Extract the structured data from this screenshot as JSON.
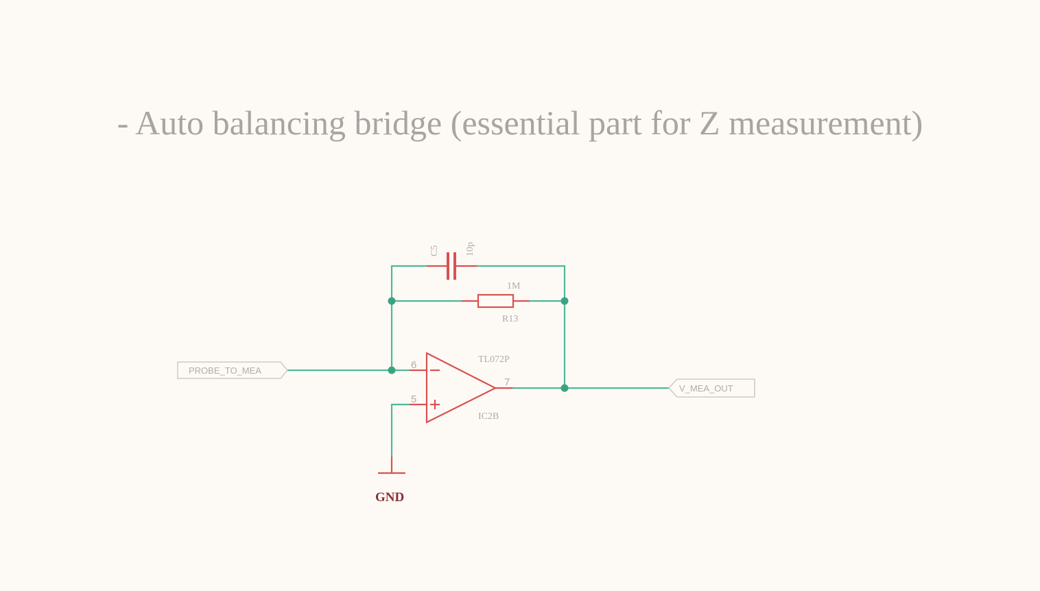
{
  "slide": {
    "title": "- Auto balancing bridge (essential part for Z measurement)"
  },
  "schematic": {
    "capacitor": {
      "ref": "C5",
      "value": "10p"
    },
    "resistor": {
      "ref": "R13",
      "value": "1M"
    },
    "opamp": {
      "part": "TL072P",
      "ref": "IC2B",
      "pin_inverting": "6",
      "pin_noninverting": "5",
      "pin_output": "7",
      "minus_symbol": "−",
      "plus_symbol": "+"
    },
    "input_port": "PROBE_TO_MEA",
    "output_port": "V_MEA_OUT",
    "ground": "GND"
  },
  "colors": {
    "background": "#fdfaf6",
    "wire": "#4db898",
    "component": "#d9514f",
    "ground_label": "#8a2f33",
    "text": "#a8a4a0"
  }
}
